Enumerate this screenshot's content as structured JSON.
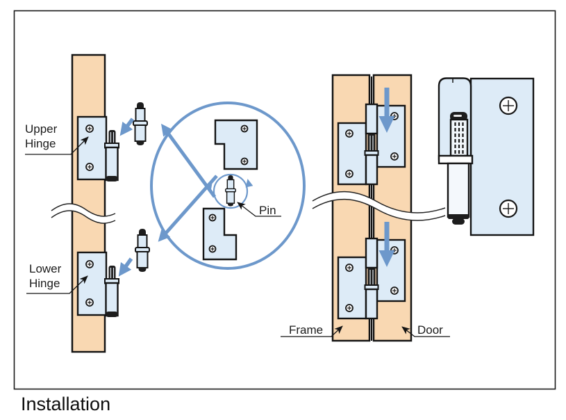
{
  "title": "Installation",
  "diagram": {
    "labels": {
      "upper_hinge": "Upper\nHinge",
      "lower_hinge": "Lower\nHinge",
      "pin": "Pin",
      "frame": "Frame",
      "door": "Door"
    },
    "colors": {
      "wood": "#f9d8b2",
      "hinge_fill": "#ddebf7",
      "arrow_blue": "#6d98cb",
      "outline": "#141414",
      "label_text": "#1a1a1a",
      "background": "#ffffff"
    }
  }
}
